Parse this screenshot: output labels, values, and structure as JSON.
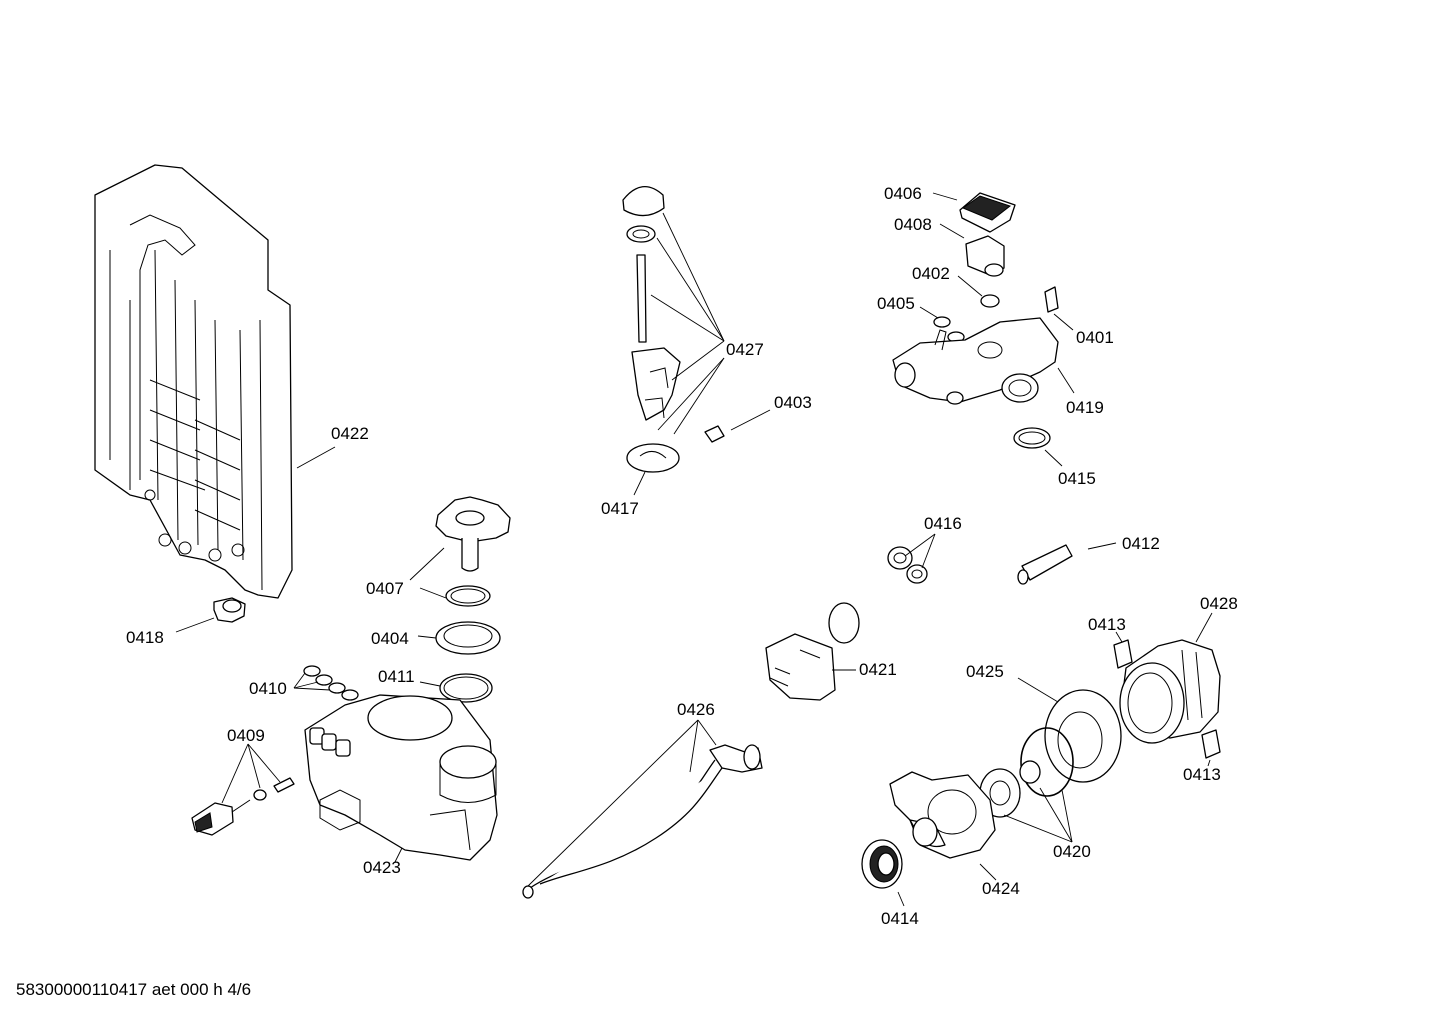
{
  "labels": {
    "l0406": "0406",
    "l0408": "0408",
    "l0402": "0402",
    "l0405": "0405",
    "l0401": "0401",
    "l0419": "0419",
    "l0415": "0415",
    "l0427": "0427",
    "l0403": "0403",
    "l0417": "0417",
    "l0422": "0422",
    "l0418": "0418",
    "l0407": "0407",
    "l0404": "0404",
    "l0411": "0411",
    "l0410": "0410",
    "l0409": "0409",
    "l0423": "0423",
    "l0426": "0426",
    "l0416": "0416",
    "l0412": "0412",
    "l0421": "0421",
    "l0413a": "0413",
    "l0413b": "0413",
    "l0428": "0428",
    "l0425": "0425",
    "l0420": "0420",
    "l0424": "0424",
    "l0414": "0414"
  },
  "footer": {
    "code": "58300000110417 aet 000 h 4/6"
  }
}
